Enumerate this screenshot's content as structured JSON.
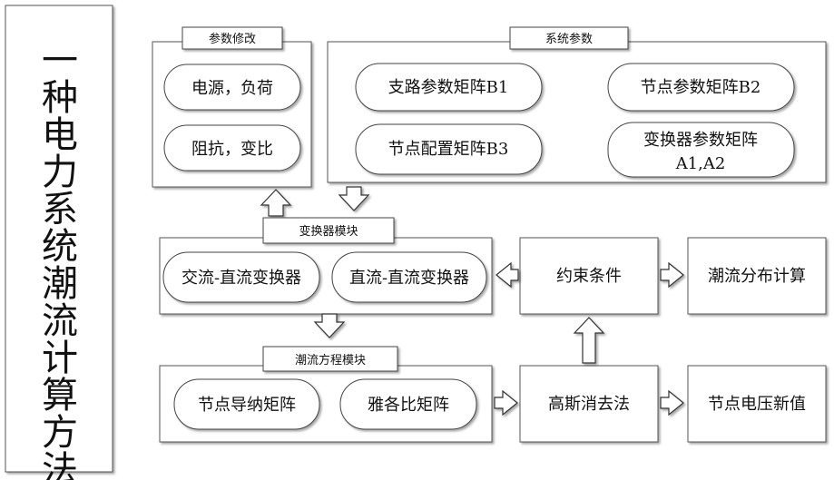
{
  "title": "一种电力系统潮流计算方法",
  "modules": {
    "param_modify": {
      "label": "参数修改",
      "items": [
        "电源，负荷",
        "阻抗，变比"
      ]
    },
    "system_params": {
      "label": "系统参数",
      "items": [
        "支路参数矩阵B1",
        "节点参数矩阵B2",
        "节点配置矩阵B3",
        "变换器参数矩阵",
        "A1,A2"
      ]
    },
    "converter": {
      "label": "变换器模块",
      "items": [
        "交流-直流变换器",
        "直流-直流变换器"
      ]
    },
    "flow_equation": {
      "label": "潮流方程模块",
      "items": [
        "节点导纳矩阵",
        "雅各比矩阵"
      ]
    }
  },
  "nodes": {
    "constraint": "约束条件",
    "flow_calc": "潮流分布计算",
    "gauss": "高斯消去法",
    "voltage": "节点电压新值"
  }
}
